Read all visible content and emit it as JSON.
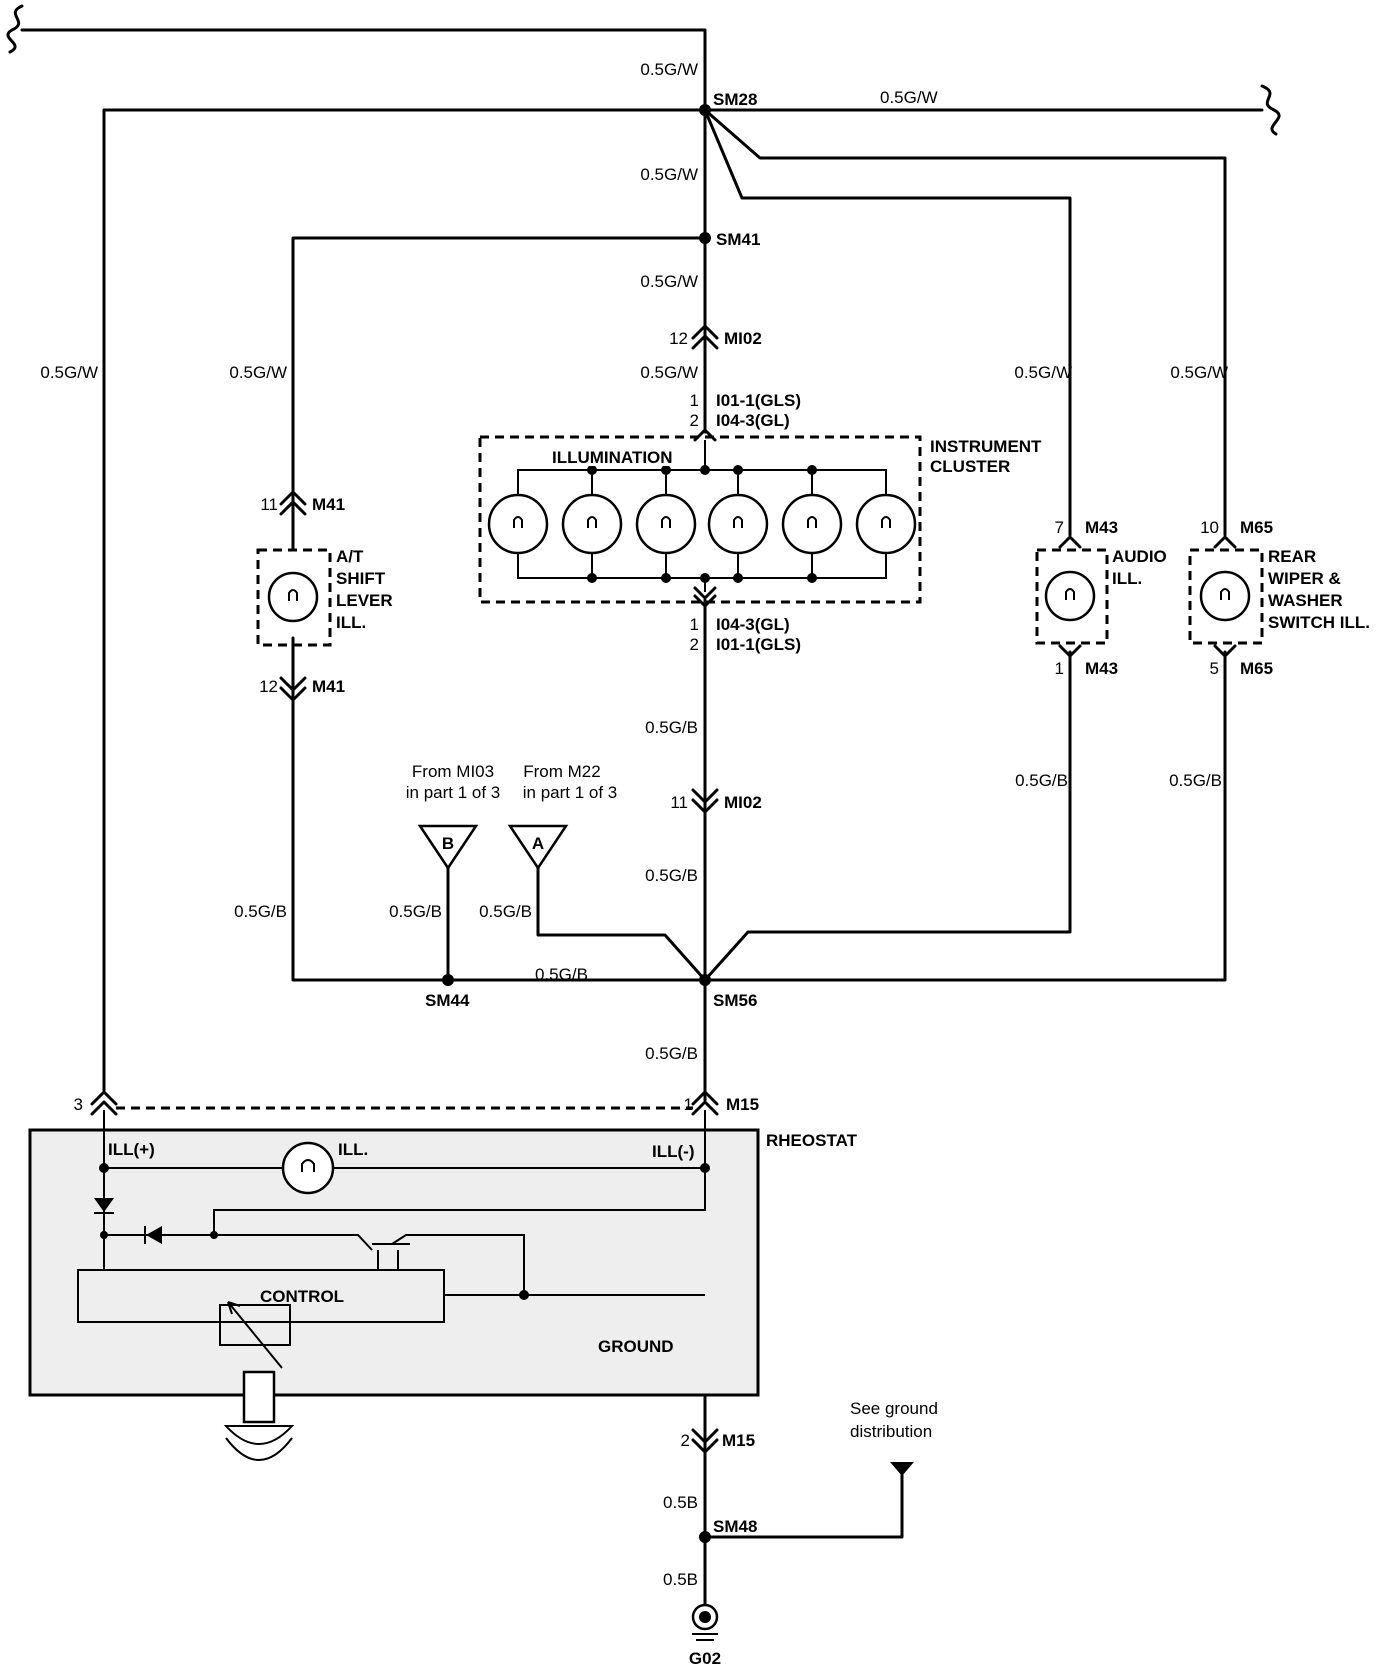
{
  "wires": {
    "top_left": "0.5G/W",
    "sm28_right": "0.5G/W",
    "sm28_down": "0.5G/W",
    "sm41_down": "0.5G/W",
    "cluster_in": "0.5G/W",
    "far_left": "0.5G/W",
    "at_shift_up": "0.5G/W",
    "audio_up": "0.5G/W",
    "rear_up": "0.5G/W",
    "cluster_out": "0.5G/B",
    "mi02_down": "0.5G/B",
    "audio_down": "0.5G/B",
    "rear_down": "0.5G/B",
    "at_shift_down": "0.5G/B",
    "b_wire": "0.5G/B",
    "a_wire": "0.5G/B",
    "sm44_sm56": "0.5G/B",
    "sm56_down": "0.5G/B",
    "m15_down": "0.5B",
    "sm48_down": "0.5B"
  },
  "splices": {
    "sm28": "SM28",
    "sm41": "SM41",
    "sm44": "SM44",
    "sm56": "SM56",
    "sm48": "SM48"
  },
  "connectors": {
    "mi02_top_pin": "12",
    "mi02_top": "MI02",
    "cluster_in_pin1": "1",
    "cluster_in_1": "I01-1(GLS)",
    "cluster_in_pin2": "2",
    "cluster_in_2": "I04-3(GL)",
    "cluster_out_pin1": "1",
    "cluster_out_1": "I04-3(GL)",
    "cluster_out_pin2": "2",
    "cluster_out_2": "I01-1(GLS)",
    "mi02_bot_pin": "11",
    "mi02_bot": "MI02",
    "m41_top_pin": "11",
    "m41_top": "M41",
    "m41_bot_pin": "12",
    "m41_bot": "M41",
    "m43_top_pin": "7",
    "m43_top": "M43",
    "m43_bot_pin": "1",
    "m43_bot": "M43",
    "m65_top_pin": "10",
    "m65_top": "M65",
    "m65_bot_pin": "5",
    "m65_bot": "M65",
    "m15_left_pin": "3",
    "m15_right_pin": "1",
    "m15_top": "M15",
    "m15_bot_pin": "2",
    "m15_bot": "M15"
  },
  "components": {
    "illumination": "ILLUMINATION",
    "instrument_1": "INSTRUMENT",
    "instrument_2": "CLUSTER",
    "at_1": "A/T",
    "at_2": "SHIFT",
    "at_3": "LEVER",
    "at_4": "ILL.",
    "audio_1": "AUDIO",
    "audio_2": "ILL.",
    "rear_1": "REAR",
    "rear_2": "WIPER &",
    "rear_3": "WASHER",
    "rear_4": "SWITCH ILL.",
    "rheostat": "RHEOSTAT",
    "ill_plus": "ILL(+)",
    "ill_bulb": "ILL.",
    "ill_minus": "ILL(-)",
    "control": "CONTROL",
    "ground": "GROUND",
    "ground_ref": "G02"
  },
  "references": {
    "b_letter": "B",
    "b_from_1": "From MI03",
    "b_from_2": "in part 1 of 3",
    "a_letter": "A",
    "a_from_1": "From M22",
    "a_from_2": "in part 1 of 3",
    "gd_1": "See ground",
    "gd_2": "distribution"
  }
}
